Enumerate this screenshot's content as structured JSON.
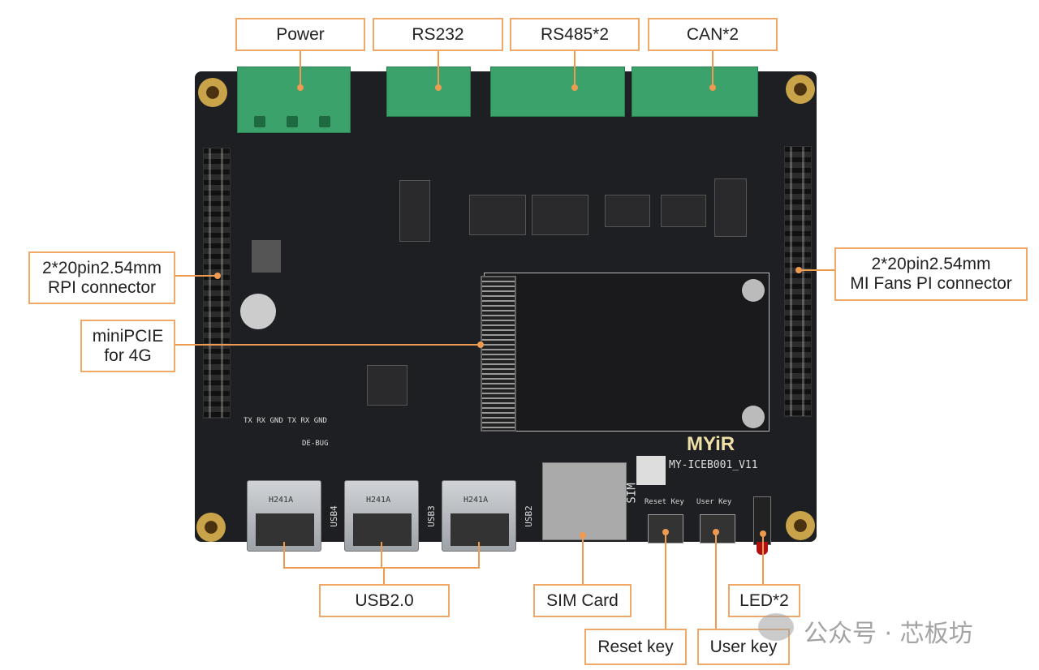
{
  "labels": {
    "power": "Power",
    "rs232": "RS232",
    "rs485": "RS485*2",
    "can": "CAN*2",
    "rpi_line1": "2*20pin2.54mm",
    "rpi_line2": "RPI connector",
    "minipcie_line1": "miniPCIE",
    "minipcie_line2": "for 4G",
    "mifans_line1": "2*20pin2.54mm",
    "mifans_line2": "MI Fans PI connector",
    "usb": "USB2.0",
    "sim": "SIM Card",
    "led": "LED*2",
    "reset": "Reset key",
    "user": "User key"
  },
  "board": {
    "brand": "MYiR",
    "model": "MY-ICEB001_V11",
    "usb_chip": "H241A",
    "usb_ports": [
      "USB4",
      "USB3",
      "USB2"
    ],
    "sim_silk": "SIM",
    "reset_silk": "Reset Key",
    "user_silk": "User Key",
    "debug_silk": "TX RX GND TX RX GND",
    "debug_label": "DE-BUG"
  },
  "watermark": "公众号 · 芯板坊",
  "colors": {
    "accent": "#ee9a50",
    "pcb": "#1d1f22",
    "terminal": "#3aa26a"
  }
}
